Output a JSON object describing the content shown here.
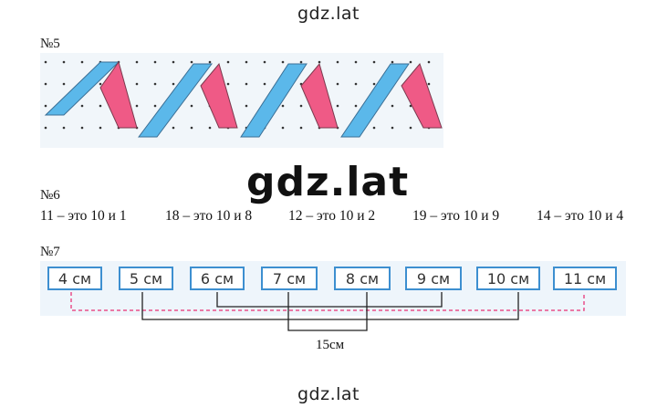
{
  "watermark_top": "gdz.lat",
  "watermark_middle": "gdz.lat",
  "watermark_bottom": "gdz.lat",
  "task5": {
    "label": "№5"
  },
  "task6": {
    "label": "№6",
    "equations": [
      "11 – это 10 и 1",
      "18 – это 10 и 8",
      "12 – это 10 и 2",
      "19 – это 10 и 9",
      "14 – это 10 и 4"
    ]
  },
  "task7": {
    "label": "№7",
    "segments": [
      "4 см",
      "5 см",
      "6 см",
      "7 см",
      "8 см",
      "9 см",
      "10 см",
      "11 см"
    ],
    "sum_label": "15см"
  },
  "colors": {
    "blue": "#5bb8ea",
    "pink": "#ef5a86",
    "box_border": "#3d8fd0",
    "dash_pink": "#e8508a"
  }
}
